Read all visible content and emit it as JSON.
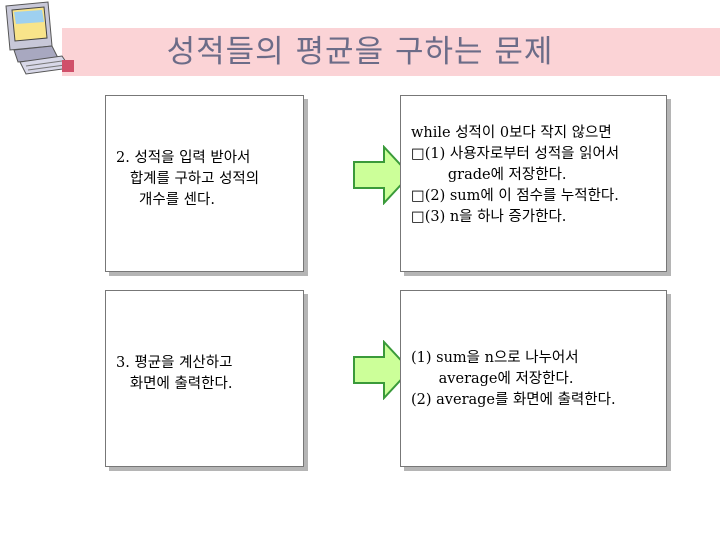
{
  "slide": {
    "title": "성적들의 평균을 구하는 문제"
  },
  "row1": {
    "left_text": "2. 성적을 입력 받아서\n   합계를 구하고 성적의\n     개수를 센다.",
    "right_text": "while 성적이 0보다 작지 않으면\n□(1) 사용자로부터 성적을 읽어서\n        grade에 저장한다.\n□(2) sum에 이 점수를 누적한다.\n□(3) n을 하나 증가한다."
  },
  "row2": {
    "left_text": "3. 평균을 계산하고\n   화면에 출력한다.",
    "right_text": "(1) sum을 n으로 나누어서\n      average에 저장한다.\n(2) average를 화면에 출력한다."
  },
  "icons": {
    "logo": "computer-icon",
    "arrow": "right-arrow-icon",
    "arrow_fill": "#ccff99",
    "arrow_stroke": "#3a9a3a",
    "title_band": "#fbd3d6"
  }
}
